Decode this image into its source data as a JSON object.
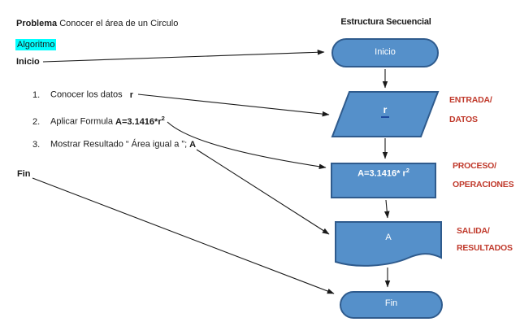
{
  "colors": {
    "shape_fill": "#5590CA",
    "shape_border": "#2F5B8D",
    "annotation_red": "#C0392B",
    "highlight": "#00FFFF",
    "underline_blue": "#1F4AA0"
  },
  "left_panel": {
    "problem_label": "Problema",
    "problem_text": "Conocer el área de un Circulo",
    "algoritmo": "Algoritmo",
    "inicio": "Inicio",
    "fin": "Fin",
    "steps": [
      {
        "number": "1.",
        "normal": "Conocer los datos  ",
        "bold": "r",
        "sup": ""
      },
      {
        "number": "2.",
        "normal": "Aplicar Formula",
        "bold": "A=3.1416*r",
        "sup": "2"
      },
      {
        "number": "3.",
        "normal": "Mostrar Resultado “ Área igual a ”;",
        "bold": "A",
        "sup": ""
      }
    ]
  },
  "flowchart": {
    "title": "Estructura Secuencial",
    "start_label": "Inicio",
    "input_label": "r",
    "process_label": "A=3.1416* r",
    "process_sup": "2",
    "output_label": "A",
    "end_label": "Fin",
    "annotations": {
      "input_1": "ENTRADA/",
      "input_2": "DATOS",
      "process_1": "PROCESO/",
      "process_2": "OPERACIONES",
      "output_1": "SALIDA/",
      "output_2": "RESULTADOS"
    }
  }
}
